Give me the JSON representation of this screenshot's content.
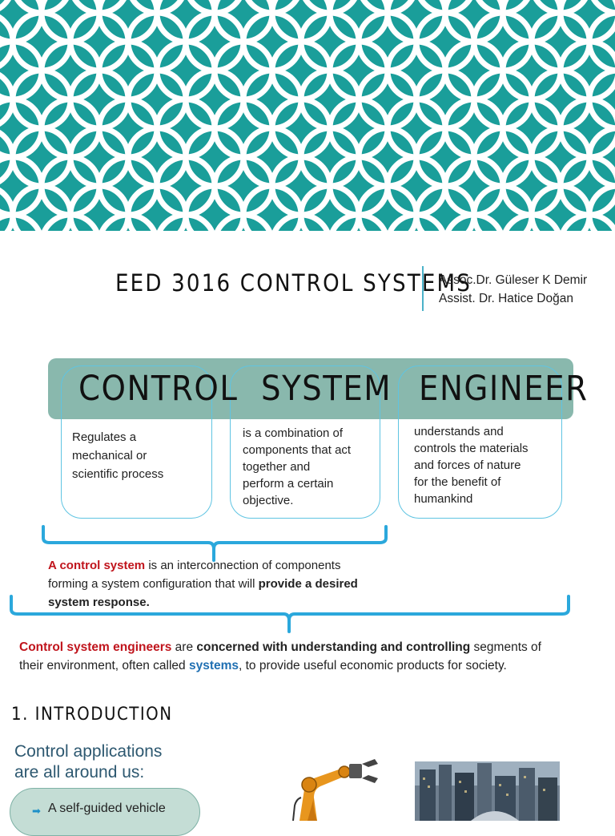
{
  "slide": {
    "title": "EED 3016 CONTROL SYSTEMS",
    "authors": [
      "Assoc.Dr. Güleser K Demir",
      "Assist. Dr. Hatice Doğan"
    ]
  },
  "cards": [
    {
      "head": "CONTROL",
      "lines": [
        "Regulates a",
        "mechanical or",
        "scientific process"
      ]
    },
    {
      "head": "SYSTEM",
      "lines": [
        "is a combination of",
        "components that act",
        "together  and",
        "perform a certain",
        "objective."
      ]
    },
    {
      "head": "ENGINEER",
      "lines": [
        "understands and",
        "controls the materials",
        "and forces of nature",
        "for the benefit of",
        "humankind"
      ]
    }
  ],
  "definition": {
    "term": "A control system",
    "text1": " is an interconnection of components",
    "text2": "forming a system configuration that will ",
    "bold1": "provide a desired",
    "bold2": "system response."
  },
  "engineers": {
    "term": "Control system engineers",
    "text1": " are ",
    "bold1": "concerned with understanding and controlling",
    "text2": " segments of",
    "text3": "their environment, often called ",
    "systems": "systems",
    "text4": ", to provide useful economic products for society."
  },
  "intro": {
    "heading": "1. INTRODUCTION",
    "apps_line1": "Control applications",
    "apps_line2": "are all around us:",
    "bullet": "A self-guided vehicle"
  },
  "colors": {
    "pattern_bg": "#1a9e9a",
    "accent_blue": "#2ba8dc",
    "band": "#7fb2a6",
    "term_red": "#c0141c",
    "term_blue": "#1f6fb2"
  },
  "icons": {
    "bullet": "arrow-right-icon"
  }
}
